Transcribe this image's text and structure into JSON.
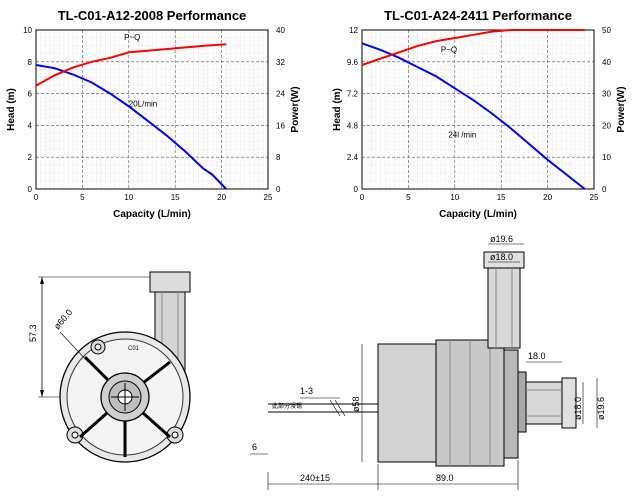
{
  "chart_data": [
    {
      "type": "line",
      "title": "TL-C01-A12-2008 Performance",
      "xlabel": "Capacity (L/min)",
      "ylabel": "Head (m)",
      "y2label": "Power(W)",
      "xlim": [
        0,
        25
      ],
      "ylim": [
        0,
        10
      ],
      "y2lim": [
        0,
        40
      ],
      "xticks": [
        "0",
        "5",
        "10",
        "15",
        "20",
        "25"
      ],
      "yticks": [
        "0",
        "2",
        "4",
        "6",
        "8",
        "10"
      ],
      "y2ticks": [
        "0",
        "8",
        "16",
        "24",
        "32",
        "40"
      ],
      "grid": true,
      "series": [
        {
          "name": "20L/min",
          "axis": "left",
          "color": "#0000ff",
          "x": [
            0,
            2,
            4,
            6,
            8,
            10,
            12,
            14,
            16,
            18,
            19,
            20.5
          ],
          "y": [
            7.8,
            7.6,
            7.2,
            6.7,
            6.0,
            5.2,
            4.3,
            3.4,
            2.4,
            1.3,
            0.9,
            0
          ]
        },
        {
          "name": "P~Q",
          "axis": "right",
          "color": "#ff0000",
          "x": [
            0,
            2,
            4,
            6,
            8,
            10,
            12,
            14,
            16,
            18,
            20.5
          ],
          "y": [
            26,
            28.6,
            30.6,
            32,
            33,
            34.4,
            34.8,
            35.2,
            35.6,
            36,
            36.4
          ]
        }
      ]
    },
    {
      "type": "line",
      "title": "TL-C01-A24-2411 Performance",
      "xlabel": "Capacity (L/min)",
      "ylabel": "Head (m)",
      "y2label": "Power(W)",
      "xlim": [
        0,
        25
      ],
      "ylim": [
        0,
        12
      ],
      "y2lim": [
        0,
        50
      ],
      "xticks": [
        "0",
        "5",
        "10",
        "15",
        "20",
        "25"
      ],
      "yticks": [
        "0",
        "2.4",
        "4.8",
        "7.2",
        "9.6",
        "12"
      ],
      "y2ticks": [
        "0",
        "10",
        "20",
        "30",
        "40",
        "50"
      ],
      "grid": true,
      "series": [
        {
          "name": "24L/min",
          "label_text": "24l /min",
          "axis": "left",
          "color": "#0000ff",
          "x": [
            0,
            2,
            4,
            6,
            8,
            10,
            12,
            14,
            16,
            18,
            20,
            22,
            24
          ],
          "y": [
            11.0,
            10.5,
            9.9,
            9.2,
            8.5,
            7.6,
            6.7,
            5.7,
            4.6,
            3.4,
            2.2,
            1.1,
            0
          ]
        },
        {
          "name": "P~Q",
          "axis": "right",
          "color": "#ff0000",
          "x": [
            0,
            2,
            4,
            6,
            8,
            10,
            12,
            14,
            16,
            18,
            20,
            22,
            24
          ],
          "y": [
            39,
            41,
            43,
            45,
            46.5,
            47.5,
            48.5,
            49.5,
            50,
            50,
            50,
            50,
            50
          ]
        }
      ]
    }
  ],
  "drawing": {
    "front_height": "57.3",
    "front_diameter": "ø60.0",
    "outlet_outer": "ø19.6",
    "outlet_inner": "ø18.0",
    "body_diameter": "ø58",
    "cable_label": "1-3",
    "cable_note": "此部分浸锡",
    "side_offset": "6",
    "inlet_length": "18.0",
    "inlet_inner": "ø18.0",
    "inlet_outer": "ø19.6",
    "cable_length": "240±15",
    "body_length": "89.0",
    "impeller_mark": "C01"
  }
}
